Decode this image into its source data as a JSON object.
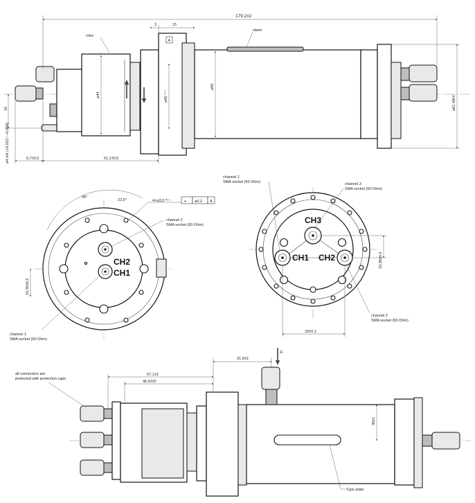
{
  "top_view": {
    "overall_length": "179,2±2",
    "dim_3": "3",
    "dim_15": "15",
    "datum_a": "A",
    "rotor": "rotor",
    "stator": "stator",
    "dia_44": "⌀44",
    "dia_45": "⌀45⁻⁰⋅¹",
    "dia_60": "⌀60",
    "dia_61_max": "⌀61 MAX",
    "dim_16": "16",
    "shaft_dia": "⌀4 m6 (+0,012 / +0,004)",
    "dim_5_7": "5,7±0,5",
    "dim_51_1": "51,1±0,5"
  },
  "left_view": {
    "angle_90": "90°",
    "angle_22_5": "22,5°",
    "hole_callout": "4×⌀3,5⁺⁰⋅¹",
    "position_symbol": "⌖",
    "tolerance": "⌀0,2",
    "datum_ref": "A",
    "channel2_name": "channel 2",
    "channel2_desc": "SMA socket (50 Ohm)",
    "channel1_name": "channel 1",
    "channel1_desc": "SMA socket (50 Ohm)",
    "ch2_tag": "CH2",
    "ch1_tag": "CH1",
    "dim_10_36": "10,36±0,5"
  },
  "right_view": {
    "channel1_name": "channel 1",
    "channel1_desc": "SMA socket (50 Ohm)",
    "channel3_name": "channel 3",
    "channel3_desc": "SMA socket (50 Ohm)",
    "channel2_name": "channel 2",
    "channel2_desc": "SMA socket (50 Ohm)",
    "ch3_tag": "CH3",
    "ch1_tag": "CH1",
    "ch2_tag": "CH2",
    "dim_10_36": "10,36±0,5",
    "dim_33": "33±0,1"
  },
  "bottom_view": {
    "caps_note_line1": "all connectors are",
    "caps_note_line2": "protected with protection caps",
    "dim_31_9": "31,9±2",
    "view_a": "A",
    "dim_57_1": "57,1±3",
    "dim_46_43": "46,43±2",
    "dim_30": "30±1",
    "type_plate": "Type plate"
  },
  "colors": {
    "line": "#111111",
    "dimension": "#555555",
    "fill_light": "#e9e9e9",
    "fill_dark": "#bdbdbd"
  }
}
